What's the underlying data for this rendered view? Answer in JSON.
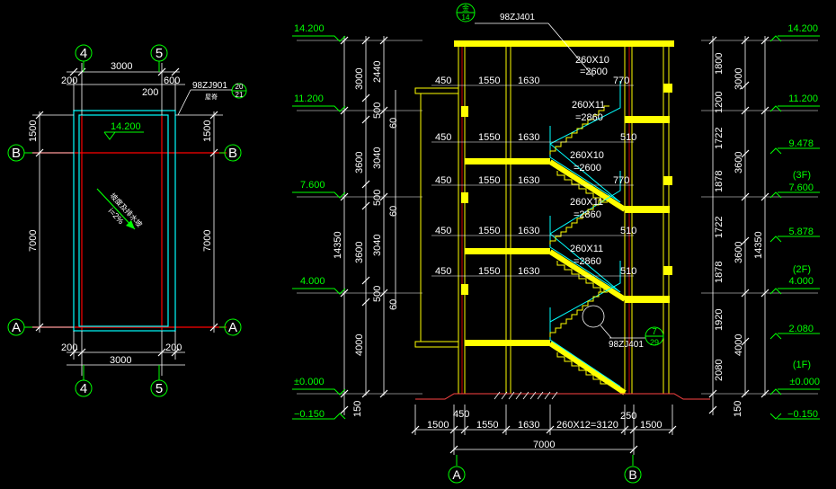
{
  "colors": {
    "background": "#000000",
    "dimension": "#ffffff",
    "label": "#00ff00",
    "wall": "#ffff00",
    "axis": "#ff0000",
    "roof_outline": "#00ffff"
  },
  "plan": {
    "grid_top": [
      "4",
      "5"
    ],
    "grid_bottom": [
      "4",
      "5"
    ],
    "grid_left": [
      "B",
      "A"
    ],
    "grid_right": [
      "B",
      "A"
    ],
    "dim_top_span": "3000",
    "dim_top_left": "200",
    "dim_top_right": "600",
    "dim_top_inner": "200",
    "dim_bottom_span": "3000",
    "dim_bottom_left": "200",
    "dim_bottom_right": "200",
    "dim_left_upper": "1500",
    "dim_left_lower": "7000",
    "dim_right_upper": "1500",
    "dim_right_lower": "7000",
    "elevation": "14.200",
    "ref_code": "98ZJ901",
    "ref_sub": "屋脊",
    "ref_index": "20",
    "ref_page": "21",
    "slope_note": "坡度及排水坡",
    "slope_value": "i=2%"
  },
  "section": {
    "ref_top_index": "金",
    "ref_top_page": "14",
    "ref_top_code": "98ZJ401",
    "ref_mid_index": "7",
    "ref_mid_page": "29",
    "ref_mid_code": "98ZJ401",
    "grid_bottom": [
      "A",
      "B"
    ],
    "left_levels": [
      "14.200",
      "11.200",
      "7.600",
      "4.000",
      "±0.000",
      "−0.150"
    ],
    "right_levels": [
      "14.200",
      "11.200",
      "9.478",
      "(3F)",
      "7.600",
      "5.878",
      "(2F)",
      "4.000",
      "2.080",
      "(1F)",
      "±0.000",
      "−0.150"
    ],
    "left_dims_outer": [
      "3000",
      "3600",
      "3600",
      "4000",
      "150"
    ],
    "left_dims_inner": [
      "2440",
      "500",
      "3040",
      "500",
      "3040",
      "500"
    ],
    "left_dims_small": [
      "60",
      "60",
      "60"
    ],
    "left_total": "14350",
    "right_dims_inner": [
      "1800",
      "1200",
      "1722",
      "1878",
      "1722",
      "1878",
      "1920",
      "2080",
      "150"
    ],
    "right_dims_outer": [
      "3000",
      "3600",
      "3600",
      "4000"
    ],
    "right_total": "14350",
    "row_dims_a": [
      "450",
      "1550",
      "1630",
      "770"
    ],
    "row_dims_b": [
      "450",
      "1550",
      "1630",
      "510"
    ],
    "row_dims_c": [
      "450",
      "1550",
      "1630",
      "770"
    ],
    "row_dims_d": [
      "450",
      "1550",
      "1630",
      "510"
    ],
    "row_dims_e": [
      "450",
      "1550",
      "1630",
      "510"
    ],
    "flight_notes": [
      "260X10",
      "=2600",
      "260X11",
      "=2860",
      "260X10",
      "=2600",
      "260X11",
      "=2860",
      "260X11",
      "=2860"
    ],
    "bottom_dims": [
      "1500",
      "450",
      "1550",
      "1630",
      "260X12=3120",
      "250",
      "1500"
    ],
    "bottom_total": "7000"
  }
}
